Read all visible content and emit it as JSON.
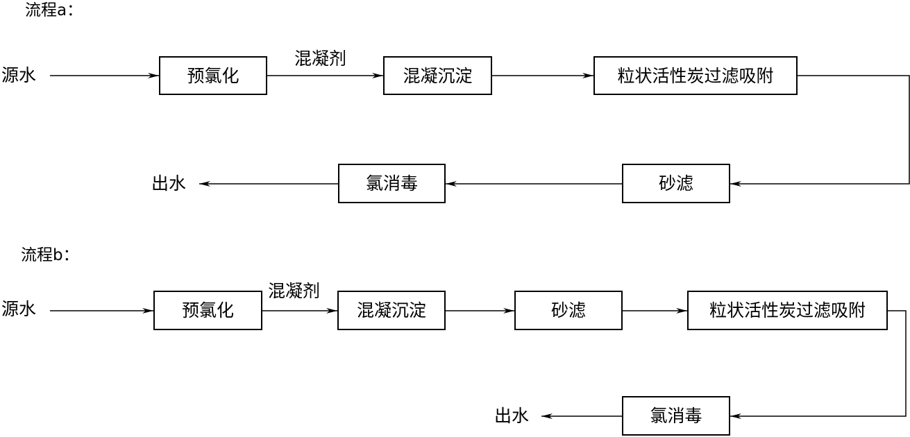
{
  "flow_a": {
    "title": "流程a：",
    "source": "源水",
    "coagulant": "混凝剂",
    "output": "出水",
    "steps": [
      "预氯化",
      "混凝沉淀",
      "粒状活性炭过滤吸附",
      "砂滤",
      "氯消毒"
    ]
  },
  "flow_b": {
    "title": "流程b：",
    "source": "源水",
    "coagulant": "混凝剂",
    "output": "出水",
    "steps": [
      "预氯化",
      "混凝沉淀",
      "砂滤",
      "粒状活性炭过滤吸附",
      "氯消毒"
    ]
  }
}
